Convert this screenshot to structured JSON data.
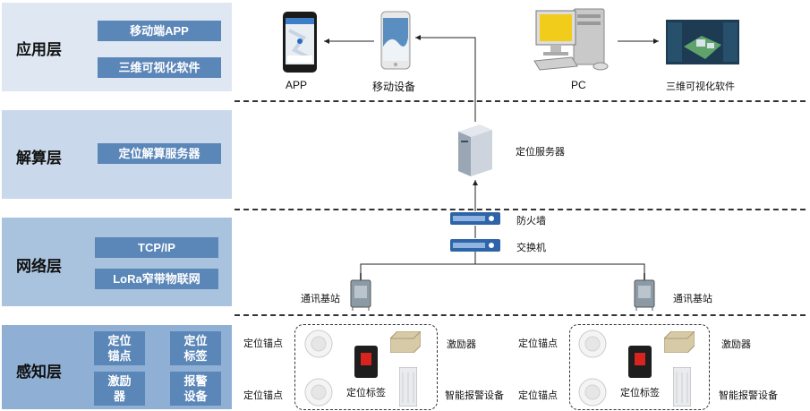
{
  "layers": [
    {
      "title": "应用层",
      "chips": [
        "移动端APP",
        "三维可视化软件"
      ]
    },
    {
      "title": "解算层",
      "chips": [
        "定位解算服务器"
      ]
    },
    {
      "title": "网络层",
      "chips": [
        "TCP/IP",
        "LoRa窄带物联网"
      ]
    },
    {
      "title": "感知层",
      "chips": [
        "定位\n锚点",
        "定位\n标签",
        "激励\n器",
        "报警\n设备"
      ]
    }
  ],
  "nodes": {
    "app": "APP",
    "mobile": "移动设备",
    "pc": "PC",
    "viz": "三维可视化软件",
    "server": "定位服务器",
    "firewall": "防火墙",
    "switch": "交换机",
    "bs_left": "通讯基站",
    "bs_right": "通讯基站"
  },
  "sensing": {
    "anchor_a": "定位锚点",
    "anchor_b": "定位锚点",
    "anchor_c": "定位锚点",
    "anchor_d": "定位锚点",
    "tag_left": "定位标签",
    "tag_right": "定位标签",
    "exciter_left": "激励器",
    "exciter_right": "激励器",
    "alarm_left": "智能报警设备",
    "alarm_right": "智能报警设备"
  },
  "colors": {
    "band_light": "#dfe8f2",
    "band_mid": "#c9d8ea",
    "band_dark": "#8fb0d4",
    "chip": "#5b86b8"
  }
}
